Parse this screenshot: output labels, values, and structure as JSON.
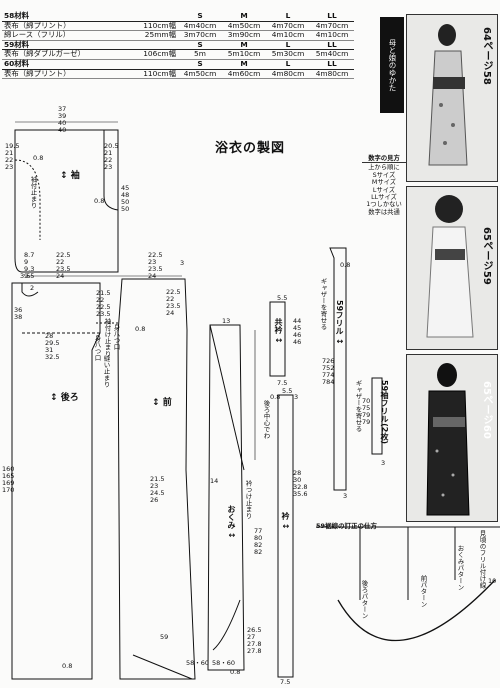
{
  "materials": {
    "sections": [
      {
        "header": "58材料",
        "sizes": [
          "S",
          "M",
          "L",
          "LL"
        ],
        "rows": [
          {
            "label": "表布（綿プリント）",
            "width": "110cm幅",
            "values": [
              "4m40cm",
              "4m50cm",
              "4m70cm",
              "4m70cm"
            ]
          },
          {
            "label": "綿レース（フリル）",
            "width": "25mm幅",
            "values": [
              "3m70cm",
              "3m90cm",
              "4m10cm",
              "4m10cm"
            ]
          }
        ]
      },
      {
        "header": "59材料",
        "sizes": [
          "S",
          "M",
          "L",
          "LL"
        ],
        "rows": [
          {
            "label": "表布（綿ダブルガーゼ）",
            "width": "106cm幅",
            "values": [
              "5m",
              "5m10cm",
              "5m30cm",
              "5m40cm"
            ]
          }
        ]
      },
      {
        "header": "60材料",
        "sizes": [
          "S",
          "M",
          "L",
          "LL"
        ],
        "rows": [
          {
            "label": "表布（綿プリント）",
            "width": "110cm幅",
            "values": [
              "4m50cm",
              "4m60cm",
              "4m80cm",
              "4m80cm"
            ]
          }
        ]
      }
    ]
  },
  "title": "浴衣の製図",
  "sidebar": {
    "badge": "母と娘のゆかた",
    "pages": [
      "64ページ58",
      "65ページ59",
      "65ページ60"
    ],
    "note": {
      "heading": "数字の見方",
      "lines": [
        "上から順に",
        "Sサイズ",
        "Mサイズ",
        "Lサイズ",
        "LLサイズ",
        "1つしかない",
        "数字は共通"
      ]
    }
  },
  "pattern": {
    "sleeve": {
      "name": "袖",
      "top": [
        "37",
        "39",
        "40",
        "40"
      ],
      "left": [
        "19.5",
        "21",
        "22",
        "23"
      ],
      "right": [
        "20.5",
        "21",
        "22",
        "23"
      ],
      "height": [
        "45",
        "48",
        "50",
        "50"
      ],
      "misc": [
        "0.8",
        "0.8",
        "3.5",
        "袖付止まり"
      ]
    },
    "back": {
      "name": "後ろ",
      "top": [
        "22.5",
        "22",
        "23.5",
        "24"
      ],
      "top2": [
        "8.7",
        "9",
        "9.3",
        "9.5"
      ],
      "chest": [
        "28",
        "29.5",
        "31",
        "32.5"
      ],
      "length": [
        "160",
        "165",
        "169",
        "170"
      ],
      "left": [
        "36",
        "38"
      ],
      "sleeve_joint": [
        "21.5",
        "22",
        "22.5",
        "23.5"
      ],
      "misc": [
        "0.8",
        "2",
        "縫い止まり",
        "袖付け止まり",
        "身八つ口"
      ]
    },
    "front": {
      "name": "前",
      "top": [
        "22.5",
        "23",
        "23.5",
        "24"
      ],
      "side": [
        "22.5",
        "22",
        "23.5",
        "24"
      ],
      "hem": [
        "21.5",
        "23",
        "24.5",
        "26"
      ],
      "misc": [
        "3",
        "0.8",
        "身八つ口"
      ]
    },
    "okumi": {
      "name": "おくみ",
      "length": [
        "77",
        "80",
        "82",
        "82"
      ],
      "top": "13",
      "width": "14",
      "bottom": [
        "26.5",
        "27",
        "27.8",
        "27.8"
      ],
      "misc": [
        "59",
        "58・60",
        "0.8",
        "衿つけ止まり"
      ]
    },
    "collar_sub": {
      "name": "共衿",
      "length": [
        "44",
        "45",
        "46",
        "46"
      ],
      "top": "5.5",
      "bottom": "7.5"
    },
    "collar": {
      "name": "衿",
      "length": [
        "28",
        "30",
        "32.8",
        "35.6"
      ],
      "top": "5.5",
      "bottom": "7.5",
      "misc": [
        "後ろ中心でわ",
        "0.8",
        "3"
      ]
    },
    "frill59": {
      "name": "59フリル",
      "length": [
        "726",
        "752",
        "774",
        "784"
      ],
      "misc": [
        "ギャザーを寄せる",
        "0.8",
        "3"
      ]
    },
    "frill59b": {
      "name": "59袖フリル(2枚)",
      "length": [
        "70",
        "75",
        "79",
        "79"
      ],
      "misc": [
        "ギャザーを寄せる",
        "3"
      ]
    },
    "hem_guide": {
      "title": "59裾線の訂正の仕方",
      "labels": [
        "後ろパターン",
        "前パターン",
        "おくみパターン",
        "見頃のフリル付け線",
        "10"
      ]
    }
  }
}
